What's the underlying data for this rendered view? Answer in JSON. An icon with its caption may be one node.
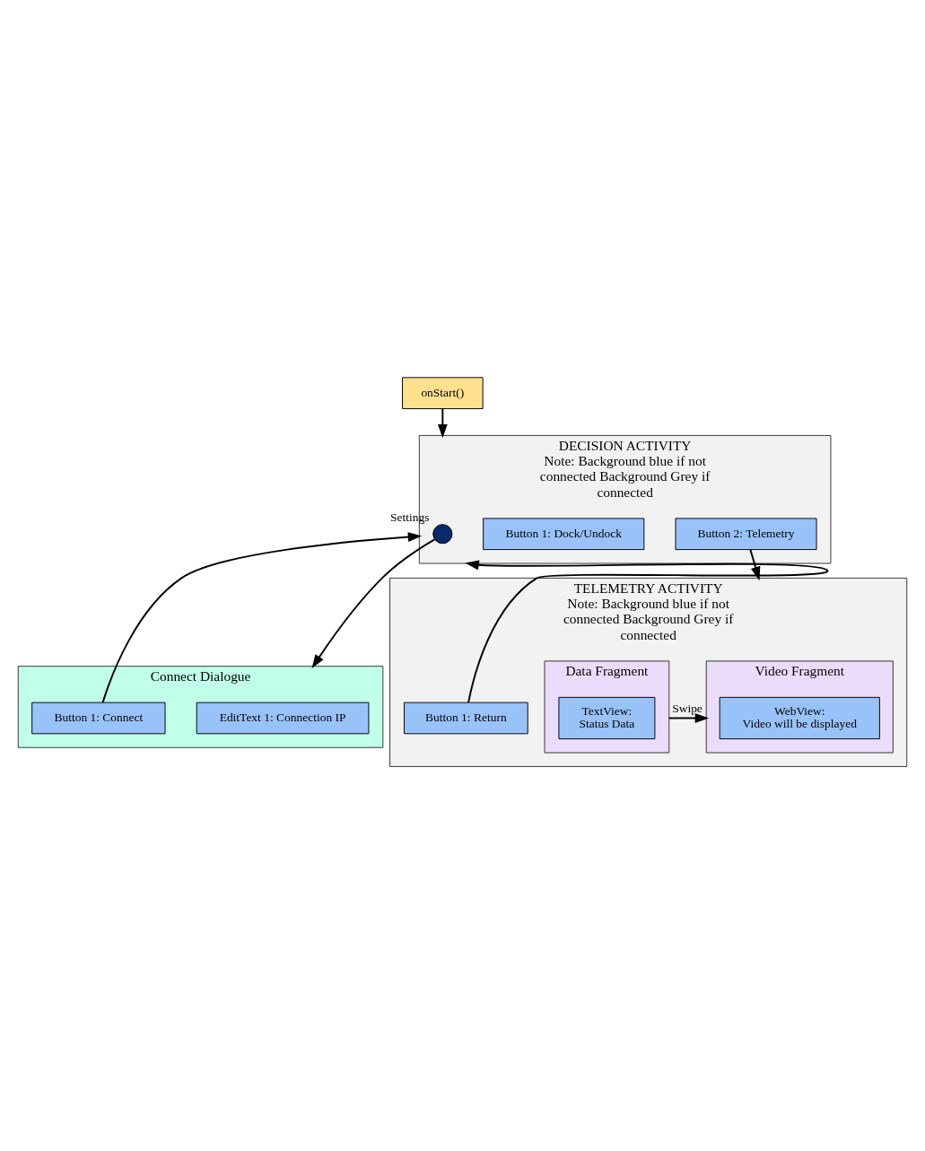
{
  "diagram": {
    "nodes": [
      {
        "text": [
          "onStart()"
        ]
      },
      {
        "text": [
          "DECISION ACTIVITY",
          "Note: Background blue if not connected Background Grey if connected"
        ]
      },
      {
        "text": [],
        "shape": "circle",
        "in": 1,
        "beside": [
          "Settings"
        ]
      },
      {
        "text": [
          "Button 1: Dock/Undock"
        ],
        "in": 1
      },
      {
        "text": [
          "Button 2: Telemetry"
        ],
        "in": 1
      },
      {
        "text": [
          "Connect Dialogue"
        ]
      },
      {
        "text": [
          "EditText 1: Connection IP"
        ],
        "in": 5
      },
      {
        "text": [
          "Button 1: Connect"
        ],
        "in": 5
      },
      {
        "text": [
          "TELEMETRY ACTIVITY",
          "Note: Background blue if not connected Background Grey if connected"
        ]
      },
      {
        "text": [
          "Video Fragment"
        ],
        "in": 8
      },
      {
        "text": [
          "WebView:",
          "Video will be displayed"
        ],
        "in": 9
      },
      {
        "text": [
          "Data Fragment"
        ],
        "in": 8
      },
      {
        "text": [
          "TextView:",
          "Status Data"
        ],
        "in": 11
      },
      {
        "text": [
          "Button 1: Return"
        ],
        "in": 8
      }
    ],
    "edges": [
      {
        "from": 0,
        "to": 1,
        "arrow": "to"
      },
      {
        "from": 2,
        "to": 5,
        "arrow": "to"
      },
      {
        "from": 7,
        "to": 1,
        "arrow": "to"
      },
      {
        "from": 4,
        "to": 8,
        "arrow": "to"
      },
      {
        "from": 11,
        "to": 9,
        "arrow": "to",
        "label": "Swipe"
      },
      {
        "from": 13,
        "to": 1,
        "arrow": "to"
      }
    ]
  }
}
